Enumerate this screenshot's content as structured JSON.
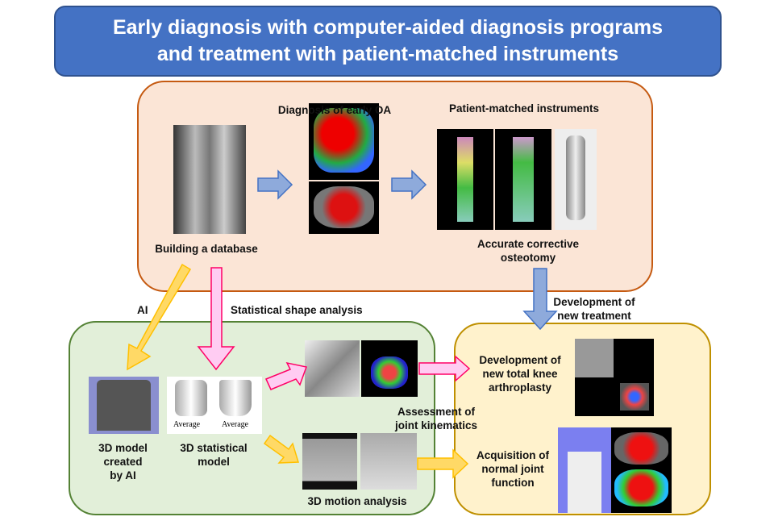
{
  "title": {
    "line1": "Early diagnosis with computer-aided diagnosis programs",
    "line2": "and treatment with patient-matched instruments"
  },
  "top": {
    "database": "Building a database",
    "diagnosis": "Diagnosis of early OA",
    "instruments": "Patient-matched instruments",
    "osteotomy1": "Accurate corrective",
    "osteotomy2": "osteotomy"
  },
  "arrows": {
    "ai": "AI",
    "ssa": "Statistical shape analysis",
    "dev1": "Development of",
    "dev2": "new treatment"
  },
  "green": {
    "model1": "3D model",
    "model2": "created",
    "model3": "by AI",
    "stat1": "3D statistical",
    "stat2": "model",
    "avg1": "Average",
    "avg2": "Average",
    "assess1": "Assessment of",
    "assess2": "joint kinematics",
    "motion": "3D motion analysis"
  },
  "yellow": {
    "tka1": "Development of",
    "tka2": "new total knee",
    "tka3": "arthroplasty",
    "acq1": "Acquisition of",
    "acq2": "normal joint",
    "acq3": "function"
  },
  "colors": {
    "banner": "#4472c4",
    "peach": "#fbe5d6",
    "green": "#e2efd9",
    "yellow": "#fff2cc"
  }
}
